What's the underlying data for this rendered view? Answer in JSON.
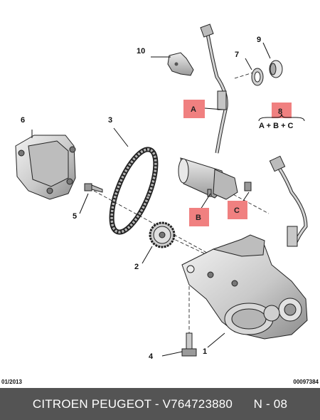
{
  "callouts": {
    "c1": "1",
    "c2": "2",
    "c3": "3",
    "c4": "4",
    "c5": "5",
    "c6": "6",
    "c7": "7",
    "c8": "8",
    "c9": "9",
    "c10": "10"
  },
  "labels": {
    "a": "A",
    "b": "B",
    "c": "C"
  },
  "formula": "A + B + C",
  "footer": {
    "date_code": "01/2013",
    "ref_code": "00097384",
    "caption": "CITROEN PEUGEOT - V764723880      N - 08"
  },
  "colors": {
    "label_box": "#f08080",
    "footer_bg": "#545454",
    "footer_text": "#ffffff"
  }
}
